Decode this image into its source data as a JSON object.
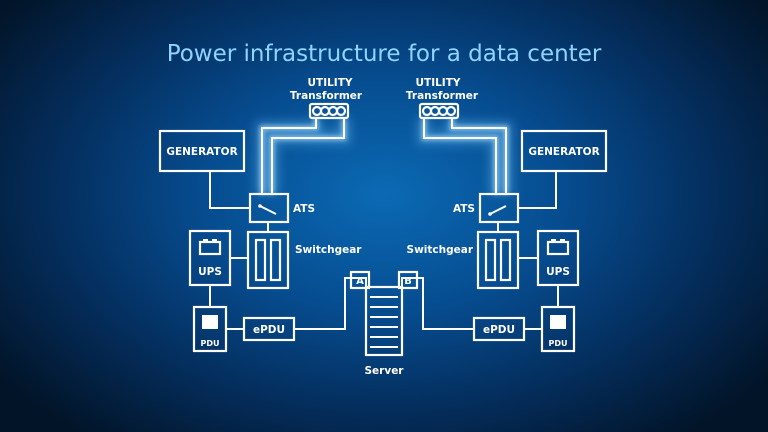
{
  "title": "Power infrastructure for a data center",
  "left": {
    "utility": "UTILITY",
    "transformer": "Transformer",
    "generator": "GENERATOR",
    "ats": "ATS",
    "switchgear": "Switchgear",
    "ups": "UPS",
    "pdu": "PDU",
    "epdu": "ePDU",
    "feed": "A"
  },
  "right": {
    "utility": "UTILITY",
    "transformer": "Transformer",
    "generator": "GENERATOR",
    "ats": "ATS",
    "switchgear": "Switchgear",
    "ups": "UPS",
    "pdu": "PDU",
    "epdu": "ePDU",
    "feed": "B"
  },
  "server": "Server"
}
